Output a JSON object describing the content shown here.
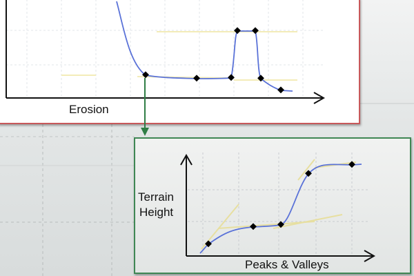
{
  "erosion_graph": {
    "x_label": "Erosion",
    "curve_color": "#5a72d8",
    "border_color": "#c8585a",
    "control_points": [
      {
        "index": 0
      },
      {
        "index": 1
      },
      {
        "index": 2
      },
      {
        "index": 3
      },
      {
        "index": 4
      },
      {
        "index": 5
      },
      {
        "index": 6
      }
    ]
  },
  "peaks_graph": {
    "x_label": "Peaks & Valleys",
    "y_label_line1": "Terrain",
    "y_label_line2": "Height",
    "curve_color": "#5a72d8",
    "border_color": "#3f8754",
    "control_points": [
      {
        "index": 0
      },
      {
        "index": 1
      },
      {
        "index": 2
      },
      {
        "index": 3
      },
      {
        "index": 4
      }
    ]
  },
  "connector": {
    "color": "#2f7d45"
  }
}
